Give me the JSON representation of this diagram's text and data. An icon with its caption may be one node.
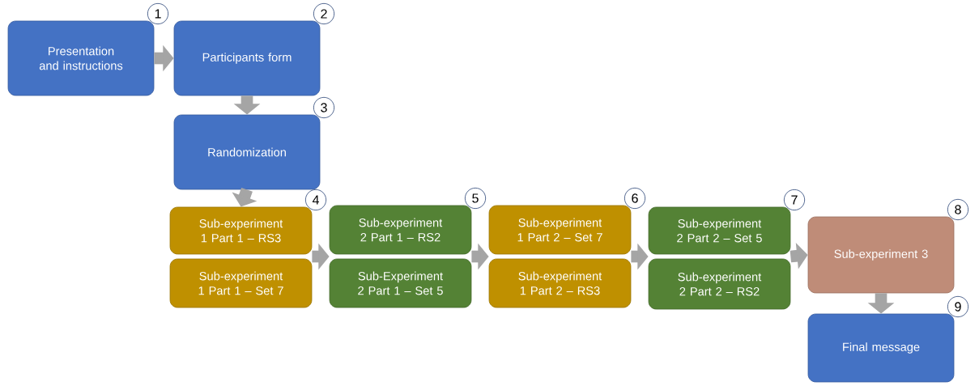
{
  "diagram": {
    "nodes": [
      {
        "text": [
          "Presentation and instructions"
        ],
        "beside": [
          "1"
        ]
      },
      {
        "text": [
          "Participants form"
        ],
        "beside": [
          "2"
        ]
      },
      {
        "text": [
          "Randomization"
        ],
        "beside": [
          "3"
        ]
      },
      {
        "text": [
          "Sub-experiment 1 Part 1 – RS3"
        ],
        "beside": [
          "4"
        ]
      },
      {
        "text": [
          "Sub-experiment 1 Part 1 – Set 7"
        ]
      },
      {
        "text": [
          "Sub-experiment 2 Part 1 – RS2"
        ],
        "beside": [
          "5"
        ]
      },
      {
        "text": [
          "Sub-Experiment 2 Part 1 – Set 5"
        ]
      },
      {
        "text": [
          "Sub-experiment 1 Part 2 – Set 7"
        ],
        "beside": [
          "6"
        ]
      },
      {
        "text": [
          "Sub-experiment 1 Part 2 – RS3"
        ]
      },
      {
        "text": [
          "Sub-experiment 2 Part 2 – Set 5"
        ],
        "beside": [
          "7"
        ]
      },
      {
        "text": [
          "Sub-experiment 2 Part 2 – RS2"
        ]
      },
      {
        "text": [
          "Sub-experiment 3"
        ],
        "beside": [
          "8"
        ]
      },
      {
        "text": [
          "Final message"
        ],
        "beside": [
          "9"
        ]
      }
    ],
    "edges": [
      {
        "from": 0,
        "to": 1,
        "arrow": "to"
      },
      {
        "from": 1,
        "to": 2,
        "arrow": "to"
      },
      {
        "from": 2,
        "to": 3,
        "arrow": "to"
      },
      {
        "from": 3,
        "to": 5,
        "arrow": "to"
      },
      {
        "from": 3,
        "to": 6,
        "arrow": "to"
      },
      {
        "from": 4,
        "to": 5,
        "arrow": "to"
      },
      {
        "from": 4,
        "to": 6,
        "arrow": "to"
      },
      {
        "from": 5,
        "to": 7,
        "arrow": "to"
      },
      {
        "from": 5,
        "to": 8,
        "arrow": "to"
      },
      {
        "from": 6,
        "to": 7,
        "arrow": "to"
      },
      {
        "from": 6,
        "to": 8,
        "arrow": "to"
      },
      {
        "from": 7,
        "to": 9,
        "arrow": "to"
      },
      {
        "from": 7,
        "to": 10,
        "arrow": "to"
      },
      {
        "from": 8,
        "to": 9,
        "arrow": "to"
      },
      {
        "from": 8,
        "to": 10,
        "arrow": "to"
      },
      {
        "from": 9,
        "to": 11,
        "arrow": "to"
      },
      {
        "from": 10,
        "to": 11,
        "arrow": "to"
      },
      {
        "from": 11,
        "to": 12,
        "arrow": "to"
      }
    ]
  }
}
